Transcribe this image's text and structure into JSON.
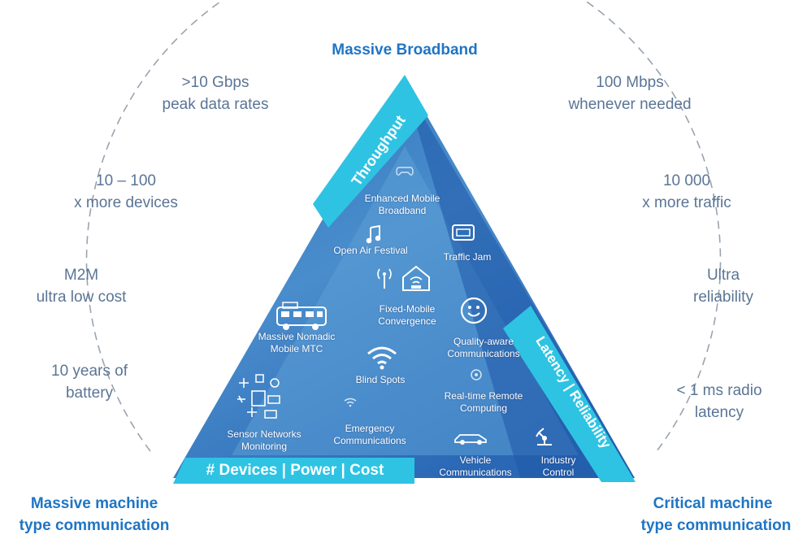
{
  "corners": {
    "top": "Massive Broadband",
    "bottom_left": [
      "Massive machine",
      "type communication"
    ],
    "bottom_right": [
      "Critical machine",
      "type communication"
    ]
  },
  "left_specs": [
    [
      "&gt;10 Gbps",
      "peak data rates"
    ],
    [
      "10 – 100",
      "x more devices"
    ],
    [
      "M2M",
      "ultra low cost"
    ],
    [
      "10 years of",
      "battery"
    ]
  ],
  "right_specs": [
    [
      "100 Mbps",
      "whenever needed"
    ],
    [
      "10 000",
      "x more traffic"
    ],
    [
      "Ultra",
      "reliability"
    ],
    [
      "< 1 ms radio",
      "latency"
    ]
  ],
  "edges": {
    "left": "Throughput",
    "right": "Latency | Reliability",
    "bottom": "# Devices | Power | Cost"
  },
  "use_cases": {
    "embb": [
      "Enhanced Mobile",
      "Broadband"
    ],
    "festival": "Open Air Festival",
    "traffic_jam": "Traffic Jam",
    "fixed_mobile": [
      "Fixed-Mobile",
      "Convergence"
    ],
    "nomadic": [
      "Massive Nomadic",
      "Mobile MTC"
    ],
    "quality": [
      "Quality-aware",
      "Communications"
    ],
    "blind_spots": "Blind Spots",
    "remote": [
      "Real-time Remote",
      "Computing"
    ],
    "sensor": [
      "Sensor Networks",
      "Monitoring"
    ],
    "emergency": [
      "Emergency",
      "Communications"
    ],
    "vehicle": [
      "Vehicle",
      "Communications"
    ],
    "industry": [
      "Industry",
      "Control"
    ]
  },
  "colors": {
    "bar": "#2ec3e3",
    "triangle_light": "#4f95cf",
    "triangle_dark": "#1f5aa6",
    "arc": "#9aa3ae",
    "spec_text": "#5a7595",
    "corner_text": "#1f75c4"
  },
  "icons": [
    "game-controller-icon",
    "music-note-icon",
    "tablet-icon",
    "antenna-icon",
    "house-icon",
    "smiley-icon",
    "bus-icon",
    "wifi-icon",
    "remote-icon",
    "sensor-cluster-icon",
    "small-wifi-icon",
    "car-icon",
    "robot-arm-icon"
  ]
}
